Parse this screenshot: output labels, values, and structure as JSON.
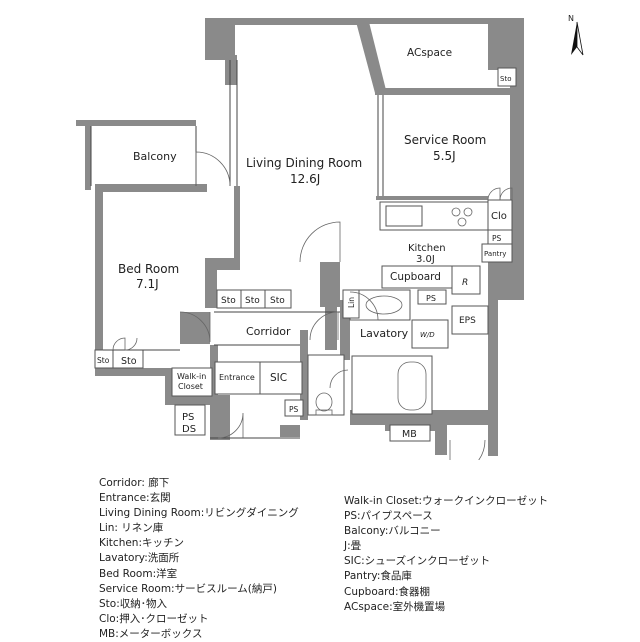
{
  "compass": {
    "label": "N"
  },
  "rooms": {
    "acspace": "ACspace",
    "sto_top": "Sto",
    "service_room": "Service Room",
    "service_room_size": "5.5J",
    "balcony": "Balcony",
    "ldr": "Living Dining Room",
    "ldr_size": "12.6J",
    "clo": "Clo",
    "ps_kitchen": "PS",
    "kitchen": "Kitchen",
    "kitchen_size": "3.0J",
    "pantry": "Pantry",
    "bed_room": "Bed Room",
    "bed_room_size": "7.1J",
    "cupboard": "Cupboard",
    "fridge": "R",
    "sto_a": "Sto",
    "sto_b": "Sto",
    "sto_c": "Sto",
    "lin": "Lin",
    "ps_lav": "PS",
    "eps": "EPS",
    "corridor": "Corridor",
    "lavatory": "Lavatory",
    "washer": "W/D",
    "sto_d": "Sto",
    "sto_e": "Sto",
    "walkin_1": "Walk-in",
    "walkin_2": "Closet",
    "entrance": "Entrance",
    "sic": "SIC",
    "ps_bl": "PS",
    "ds": "DS",
    "ps_toilet": "PS",
    "mb": "MB"
  },
  "legend_left": [
    "Corridor: 廊下",
    "Entrance:玄関",
    "Living Dining Room:リビングダイニング",
    "Lin: リネン庫",
    "Kitchen:キッチン",
    "Lavatory:洗面所",
    "Bed Room:洋室",
    "Service Room:サービスルーム(納戸)",
    "Sto:収納･物入",
    "Clo:押入･クローゼット",
    "MB:メーターボックス"
  ],
  "legend_right": [
    "Walk-in Closet:ウォークインクローゼット",
    "PS:パイプスペース",
    "Balcony:バルコニー",
    "J:畳",
    "SIC:シューズインクローゼット",
    "Pantry:食品庫",
    "Cupboard:食器棚",
    "ACspace:室外機置場"
  ]
}
